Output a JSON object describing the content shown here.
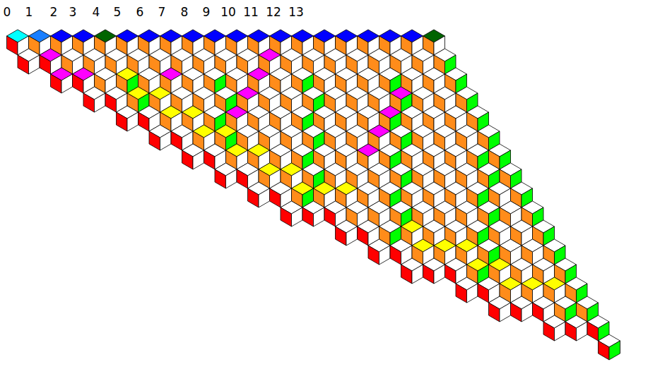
{
  "diagram": {
    "labels": [
      "0",
      "1",
      "2",
      "3",
      "4",
      "5",
      "6",
      "7",
      "8",
      "9",
      "10",
      "11",
      "12",
      "13"
    ]
  }
}
